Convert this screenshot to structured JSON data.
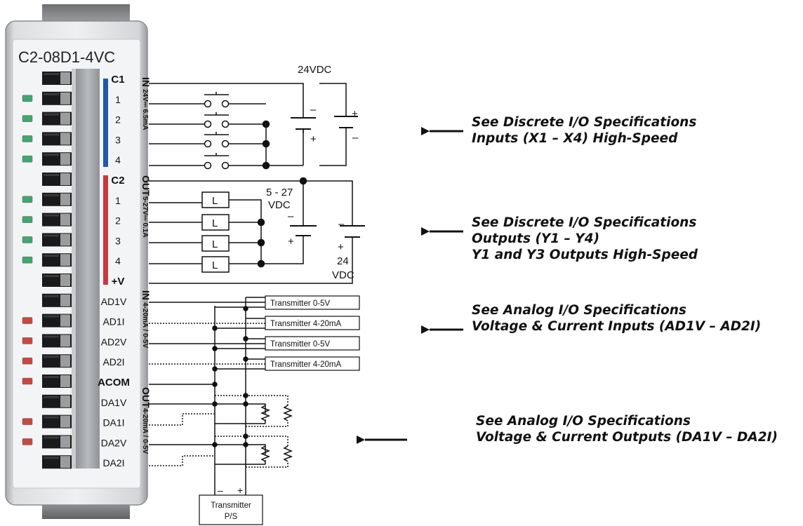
{
  "module": {
    "model": "C2-08D1-4VC"
  },
  "colors": {
    "input_bar": "#1f5aa6",
    "output_bar": "#c8383f",
    "led_green": "#3fa86c",
    "led_red": "#c9473f"
  },
  "terminals": [
    {
      "label": "C1",
      "bold": true
    },
    {
      "label": "1"
    },
    {
      "label": "2"
    },
    {
      "label": "3"
    },
    {
      "label": "4"
    },
    {
      "label": "C2",
      "bold": true
    },
    {
      "label": "1"
    },
    {
      "label": "2"
    },
    {
      "label": "3"
    },
    {
      "label": "4"
    },
    {
      "label": "+V",
      "bold": true
    },
    {
      "label": "AD1V"
    },
    {
      "label": "AD1I"
    },
    {
      "label": "AD2V"
    },
    {
      "label": "AD2I"
    },
    {
      "label": "ACOM",
      "bold": true
    },
    {
      "label": "DA1V"
    },
    {
      "label": "DA1I"
    },
    {
      "label": "DA2V"
    },
    {
      "label": "DA2I"
    }
  ],
  "leds": [
    "none",
    "green",
    "green",
    "green",
    "green",
    "none",
    "green",
    "green",
    "green",
    "green",
    "none",
    "none",
    "red",
    "red",
    "red",
    "red",
    "none",
    "red",
    "red",
    "none"
  ],
  "groups": {
    "in_title": "IN",
    "in_rating": "24V⎓ 6.5mA",
    "out_title": "OUT",
    "out_rating": "5-27V⎓ 0.1A",
    "ain_title": "IN",
    "ain_rating": "4-20mA / 0-5V",
    "aout_title": "OUT",
    "aout_rating": "4-20mA / 0-5V"
  },
  "wiring": {
    "input_supply": "24VDC",
    "output_supply_load_a": "5 - 27",
    "output_supply_load_b": "VDC",
    "output_supply_main_a": "24",
    "output_supply_main_b": "VDC",
    "load_label": "L",
    "plus": "+",
    "minus": "–",
    "transmitters": [
      "Transmitter 0-5V",
      "Transmitter 4-20mA",
      "Transmitter 0-5V",
      "Transmitter 4-20mA"
    ],
    "ps_label_1": "Transmitter",
    "ps_label_2": "P/S"
  },
  "notes": [
    {
      "line1": "See Discrete I/O Specifications",
      "line2": "Inputs (X1 – X4) High-Speed"
    },
    {
      "line1": "See Discrete I/O Specifications",
      "line2": "Outputs (Y1 – Y4)",
      "line3": "Y1 and Y3 Outputs High-Speed"
    },
    {
      "line1": "See Analog I/O Specifications",
      "line2": "Voltage & Current Inputs (AD1V – AD2I)"
    },
    {
      "line1": "See Analog I/O Specifications",
      "line2": "Voltage & Current Outputs (DA1V – DA2I)"
    }
  ]
}
